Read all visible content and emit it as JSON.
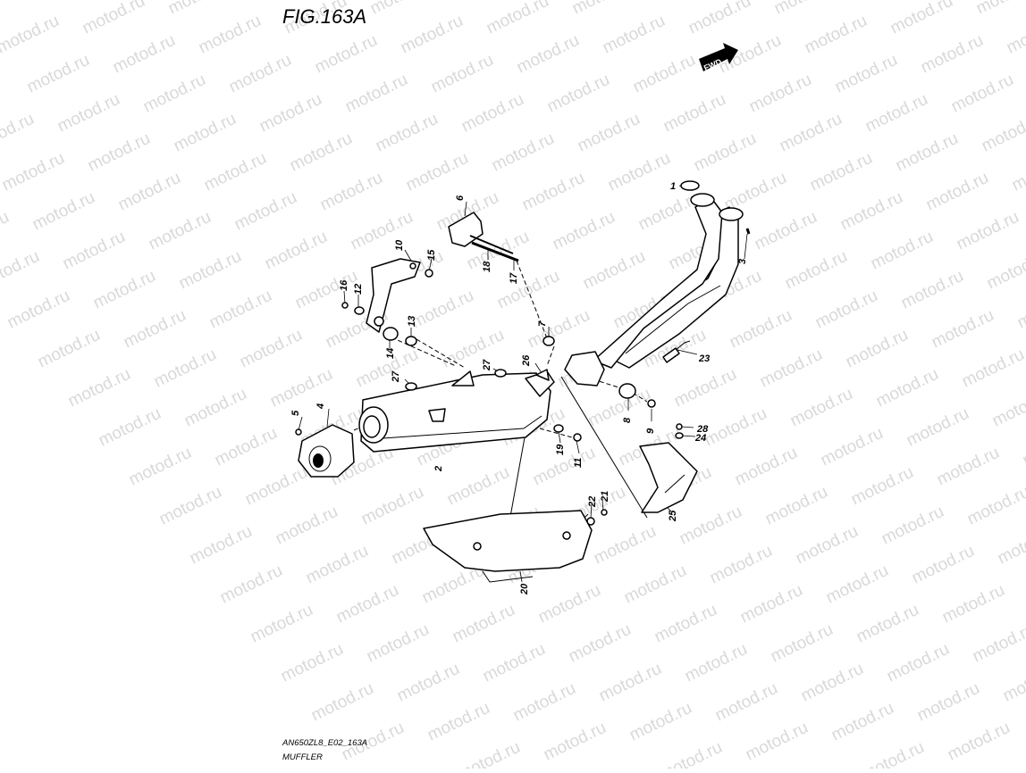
{
  "figure": {
    "title": "FIG.163A"
  },
  "direction_badge": {
    "text": "FWD"
  },
  "watermark": {
    "text": "motod.ru"
  },
  "footer": {
    "code": "AN650ZL8_E02_163A",
    "caption": "MUFFLER"
  },
  "callouts": [
    {
      "id": "1",
      "label": "1"
    },
    {
      "id": "2",
      "label": "2"
    },
    {
      "id": "3",
      "label": "3"
    },
    {
      "id": "4",
      "label": "4"
    },
    {
      "id": "5",
      "label": "5"
    },
    {
      "id": "6",
      "label": "6"
    },
    {
      "id": "7",
      "label": "7"
    },
    {
      "id": "8",
      "label": "8"
    },
    {
      "id": "9",
      "label": "9"
    },
    {
      "id": "10",
      "label": "10"
    },
    {
      "id": "11",
      "label": "11"
    },
    {
      "id": "12",
      "label": "12"
    },
    {
      "id": "13",
      "label": "13"
    },
    {
      "id": "14",
      "label": "14"
    },
    {
      "id": "15",
      "label": "15"
    },
    {
      "id": "16",
      "label": "16"
    },
    {
      "id": "17",
      "label": "17"
    },
    {
      "id": "18",
      "label": "18"
    },
    {
      "id": "19",
      "label": "19"
    },
    {
      "id": "20",
      "label": "20"
    },
    {
      "id": "21",
      "label": "21"
    },
    {
      "id": "22",
      "label": "22"
    },
    {
      "id": "23",
      "label": "23"
    },
    {
      "id": "24",
      "label": "24"
    },
    {
      "id": "25",
      "label": "25"
    },
    {
      "id": "26",
      "label": "26"
    },
    {
      "id": "27a",
      "label": "27"
    },
    {
      "id": "27b",
      "label": "27"
    },
    {
      "id": "28",
      "label": "28"
    }
  ]
}
